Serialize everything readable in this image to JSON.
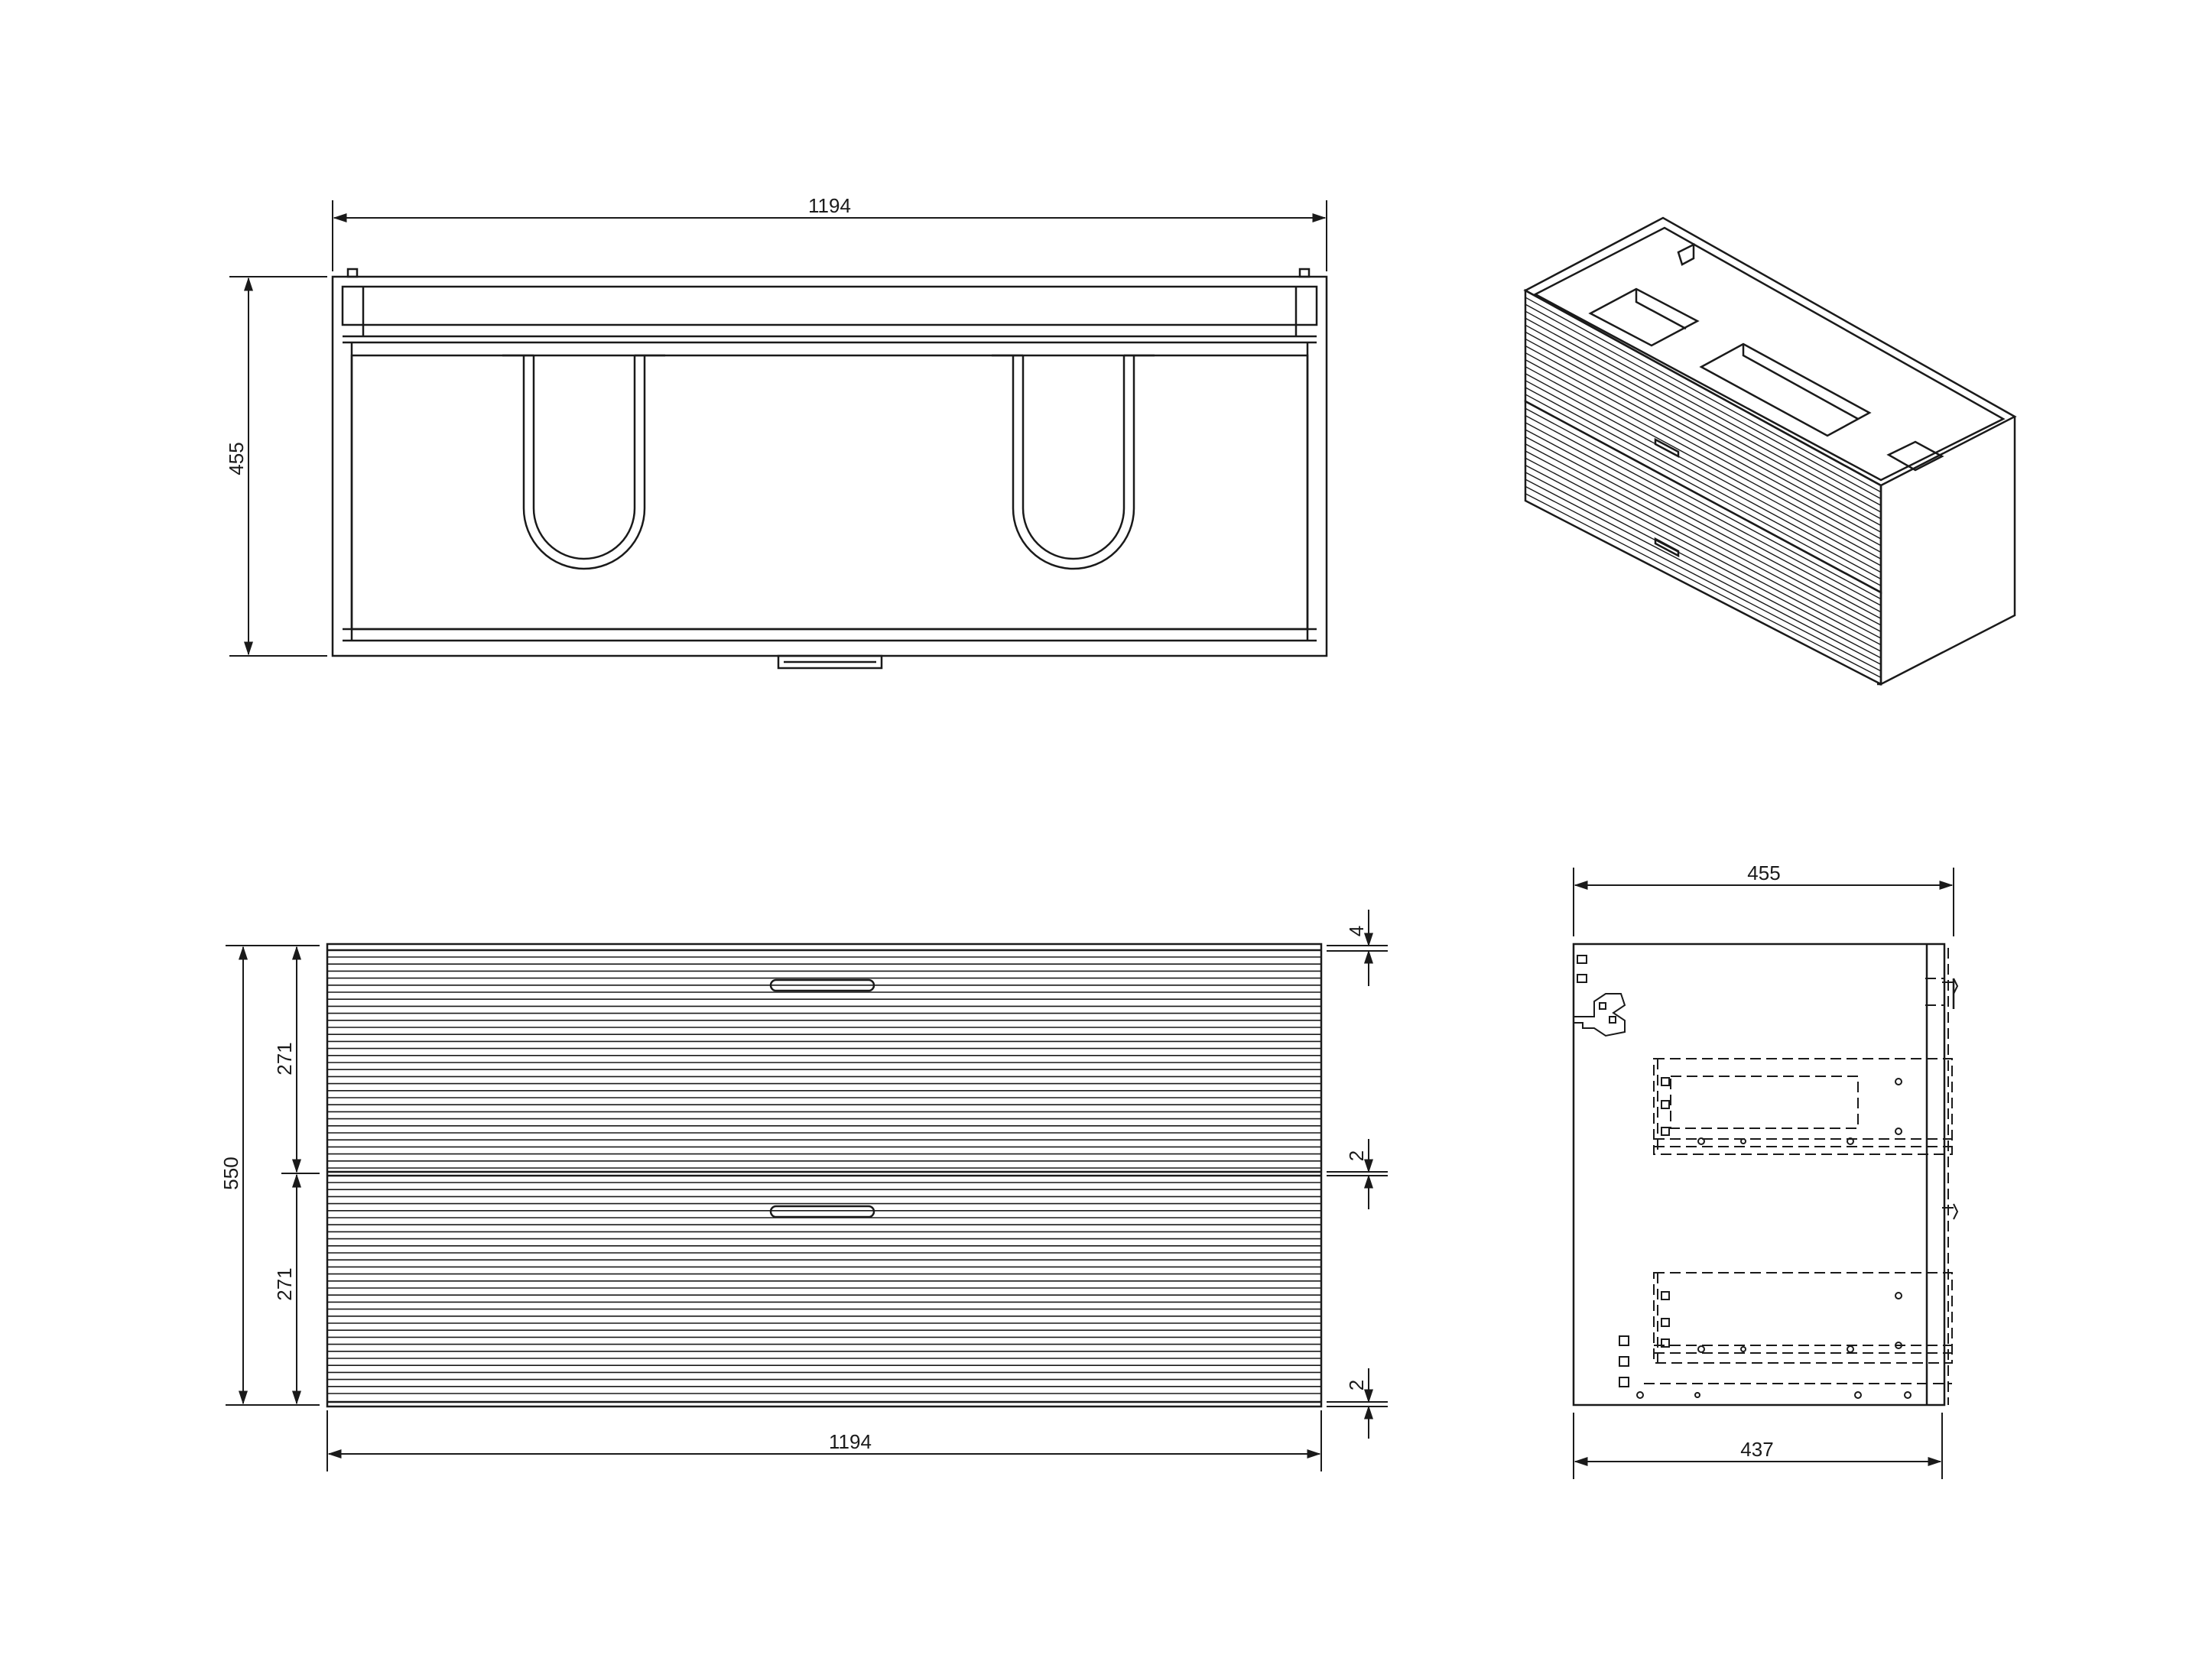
{
  "dimensions": {
    "top_width": "1194",
    "top_depth": "455",
    "front_width": "1194",
    "front_height": "550",
    "upper_drawer_height": "271",
    "lower_drawer_height": "271",
    "top_gap": "4",
    "middle_gap": "2",
    "bottom_gap": "2",
    "side_depth": "455",
    "side_inner_depth": "437"
  },
  "colors": {
    "line": "#1a1a1a",
    "background": "#ffffff"
  }
}
